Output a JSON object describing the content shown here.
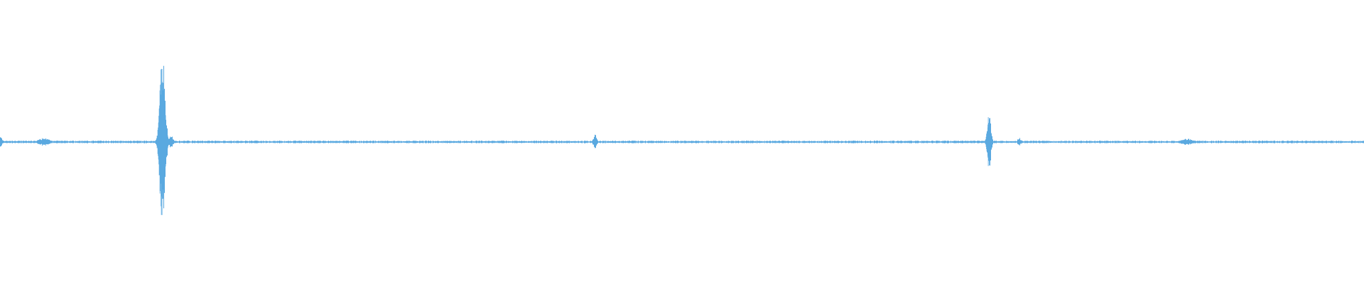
{
  "waveform": {
    "color": "#5aa9e0",
    "baseline_amplitude": 0.012,
    "bursts": [
      {
        "position": 0.0,
        "amplitude": 0.06,
        "spread": 0.0012,
        "label_icon": "waveform-start"
      },
      {
        "position": 0.032,
        "amplitude": 0.035,
        "spread": 0.004
      },
      {
        "position": 0.119,
        "amplitude": 0.75,
        "spread": 0.0018
      },
      {
        "position": 0.125,
        "amplitude": 0.06,
        "spread": 0.0015
      },
      {
        "position": 0.436,
        "amplitude": 0.07,
        "spread": 0.0012
      },
      {
        "position": 0.725,
        "amplitude": 0.24,
        "spread": 0.0012
      },
      {
        "position": 0.747,
        "amplitude": 0.045,
        "spread": 0.001
      },
      {
        "position": 0.87,
        "amplitude": 0.03,
        "spread": 0.004
      }
    ]
  }
}
